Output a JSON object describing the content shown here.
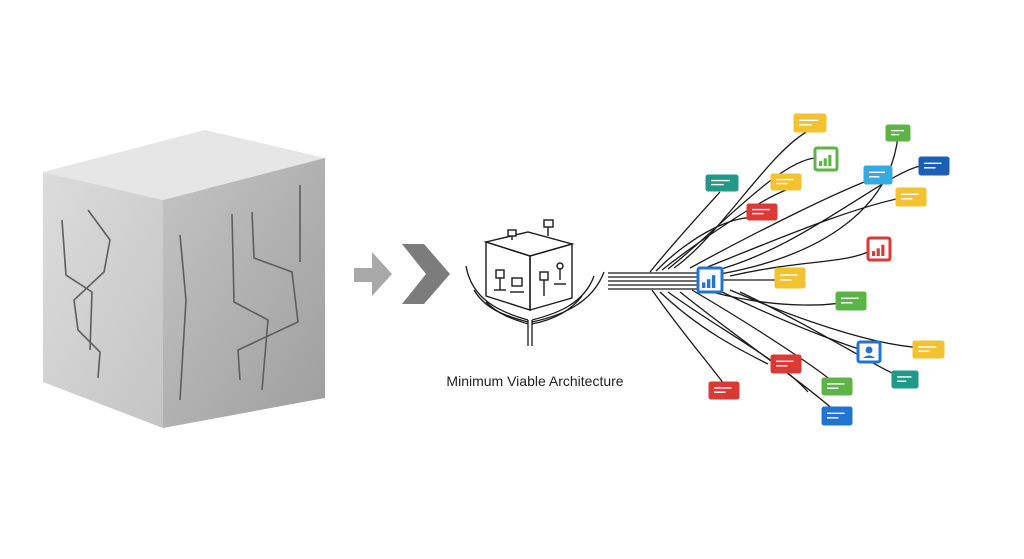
{
  "diagram": {
    "caption": "Minimum Viable Architecture"
  },
  "colors": {
    "yellow": "#F2C230",
    "green": "#5CB346",
    "teal": "#1F9A88",
    "red": "#DB3A34",
    "blue": "#2374D0",
    "light_blue": "#35A9E0",
    "dark_blue": "#1A5FB4",
    "line": "#1a1a1a",
    "cube_front": "#d2d2d2",
    "cube_side": "#b3b3b3",
    "cube_top": "#e6e6e6",
    "arrow_light": "#a9a9a9",
    "arrow_dark": "#7a7a7a"
  },
  "icons": {
    "monolith": "monolith-block",
    "transition_arrows": "chevron-right-arrows",
    "mva": "wireframe-cube",
    "hub": "bar-chart-icon",
    "chart_card": "bar-chart-icon",
    "user_card": "user-icon",
    "doc_card": "document-card"
  }
}
